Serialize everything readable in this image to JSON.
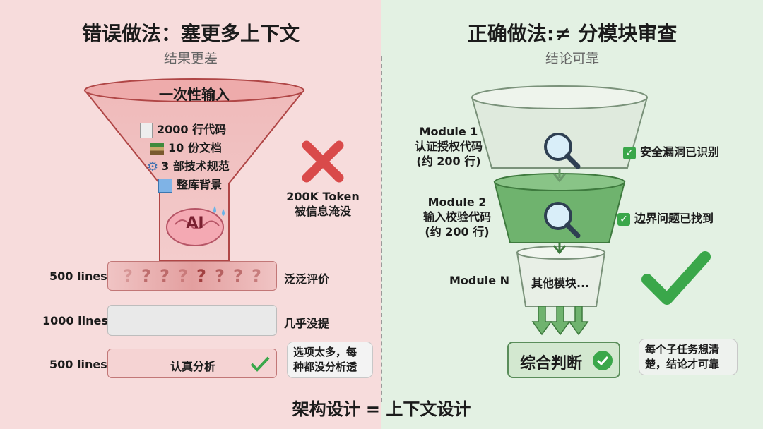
{
  "left": {
    "title": "错误做法：塞更多上下文",
    "subtitle": "结果更差",
    "funnel_title": "一次性输入",
    "inputs": [
      {
        "icon": "document-icon",
        "label": "2000 行代码"
      },
      {
        "icon": "books-icon",
        "label": "10 份文档"
      },
      {
        "icon": "gear-icon",
        "label": "3 部技术规范"
      },
      {
        "icon": "building-icon",
        "label": "整库背景"
      }
    ],
    "ai_label": "AI",
    "token_note": [
      "200K Token",
      "被信息淹没"
    ],
    "rows": [
      {
        "lines": "500 lines",
        "result": "泛泛评价",
        "content": "? ? ? ? ? ? ? ?"
      },
      {
        "lines": "1000 lines",
        "result": "几乎没提",
        "content": ""
      },
      {
        "lines": "500 lines",
        "result": "",
        "content": "认真分析"
      }
    ],
    "note": [
      "选项太多，每",
      "种都没分析透"
    ]
  },
  "right": {
    "title": "正确做法:≠ 分模块审查",
    "subtitle": "结论可靠",
    "modules": [
      {
        "name": [
          "Module 1",
          "认证授权代码",
          "(约 200 行)"
        ],
        "result": "安全漏洞已识别"
      },
      {
        "name": [
          "Module 2",
          "输入校验代码",
          "(约 200 行)"
        ],
        "result": "边界问题已找到"
      },
      {
        "name": [
          "Module N"
        ],
        "result": "其他模块..."
      }
    ],
    "final": "综合判断",
    "note": [
      "每个子任务想清",
      "楚，结论才可靠"
    ]
  },
  "footer": "架构设计 = 上下文设计",
  "colors": {
    "red": "#d94a4a",
    "green": "#3aa74a",
    "left_bg": "#f7dcdc",
    "right_bg": "#e3f1e3"
  }
}
